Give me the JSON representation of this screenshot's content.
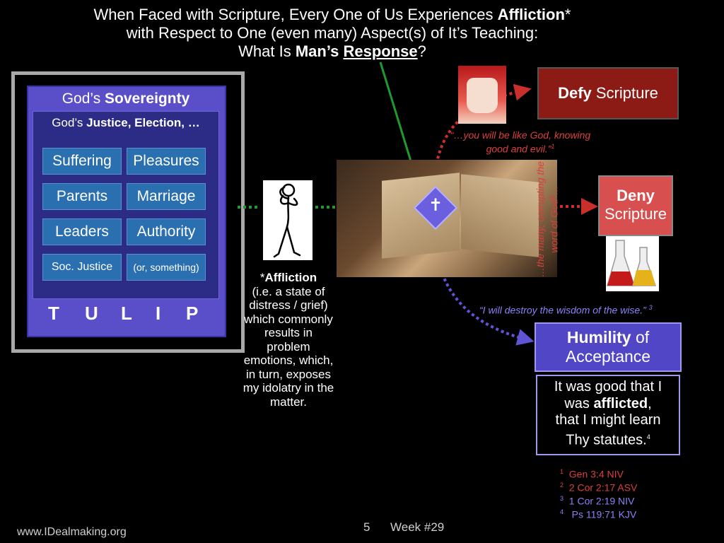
{
  "title": {
    "line1_pre": "When Faced with Scripture, Every One of Us Experiences ",
    "line1_bold": "Affliction",
    "line1_post": "*",
    "line2": "with Respect to One (even many) Aspect(s) of It’s Teaching:",
    "line3_pre": "What Is ",
    "line3_bold": "Man’s ",
    "line3_bold_underline": "Response",
    "line3_post": "?"
  },
  "sovereignty": {
    "title_pre": "God’s ",
    "title_bold": "Sovereignty",
    "justice_pre": "God’s ",
    "justice_bold": "Justice, Election, …",
    "topics": [
      "Suffering",
      "Pleasures",
      "Parents",
      "Marriage",
      "Leaders",
      "Authority",
      "Soc. Justice",
      "(or, something)"
    ],
    "tulip": [
      "T",
      "U",
      "L",
      "I",
      "P"
    ]
  },
  "affliction": {
    "star": "*",
    "term": "Affliction",
    "definition": "(i.e. a state of distress / grief) which commonly results in problem emotions, which, in turn, exposes my idolatry in the matter."
  },
  "center": {
    "cross_symbol": "✝"
  },
  "defy": {
    "label_bold": "Defy",
    "label_rest": " Scripture",
    "quote": "“…you will  be like God, knowing good and evil.”",
    "quote_ref": "1"
  },
  "deny": {
    "label_bold": "Deny",
    "label_rest": "Scripture",
    "quote": "…the many,  corrupting the word of God",
    "quote_ref": "2",
    "quote_end": "…"
  },
  "humility": {
    "quote": "“I will destroy the wisdom of the wise.”",
    "quote_ref": "3",
    "label_bold": "Humility",
    "label_rest": " of",
    "label_line2": "Acceptance",
    "psalm_line1": "It was good that I",
    "psalm_pre": "was ",
    "psalm_bold": "afflicted",
    "psalm_post": ",",
    "psalm_line3": "that I might learn",
    "psalm_line4": "Thy statutes.",
    "psalm_ref": "4"
  },
  "references": [
    {
      "num": "1",
      "text": "Gen 3:4 NIV",
      "color": "#d9413d"
    },
    {
      "num": "2",
      "text": "2 Cor 2:17 ASV",
      "color": "#d9413d"
    },
    {
      "num": "3",
      "text": "1 Cor 2:19 NIV",
      "color": "#8b82f5"
    },
    {
      "num": "4",
      "text": " Ps 119:71 KJV",
      "color": "#8b82f5"
    }
  ],
  "footer": {
    "url": "www.IDealmaking.org",
    "page": "5",
    "week": "Week #29"
  },
  "colors": {
    "green_arrow": "#1f9a2b",
    "red_dotted": "#c9302c",
    "blue_dotted": "#5f54d6",
    "sovereignty_purple": "#5a4fc8",
    "topic_blue": "#2a6fb0"
  }
}
